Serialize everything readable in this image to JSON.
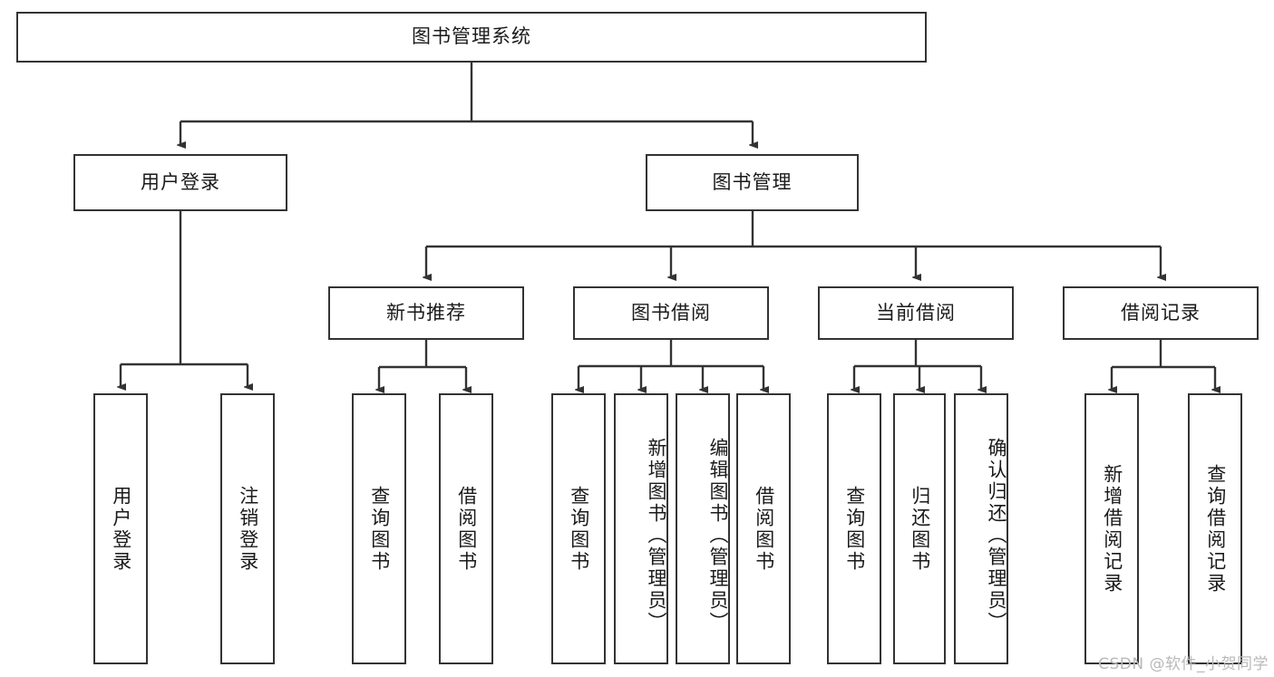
{
  "diagram": {
    "type": "tree-hierarchy-chart",
    "title": "图书管理系统",
    "watermark": "CSDN @软件_小贺同学",
    "colors": {
      "stroke": "#333333",
      "fill": "#ffffff",
      "text": "#1a1a1a",
      "watermark": "#b9b9b9"
    },
    "levels": {
      "root": {
        "label": "图书管理系统"
      },
      "level2": [
        {
          "label": "用户登录"
        },
        {
          "label": "图书管理"
        }
      ],
      "level3": [
        {
          "label": "新书推荐"
        },
        {
          "label": "图书借阅"
        },
        {
          "label": "当前借阅"
        },
        {
          "label": "借阅记录"
        }
      ],
      "leaves": {
        "user_login": [
          {
            "label": "用户登录"
          },
          {
            "label": "注销登录"
          }
        ],
        "new_book_recommend": [
          {
            "label": "查询图书"
          },
          {
            "label": "借阅图书"
          }
        ],
        "book_borrow": [
          {
            "label": "查询图书"
          },
          {
            "label": "新增图书（管理员）"
          },
          {
            "label": "编辑图书（管理员）"
          },
          {
            "label": "借阅图书"
          }
        ],
        "current_borrow": [
          {
            "label": "查询图书"
          },
          {
            "label": "归还图书"
          },
          {
            "label": "确认归还（管理员）"
          }
        ],
        "borrow_record": [
          {
            "label": "新增借阅记录"
          },
          {
            "label": "查询借阅记录"
          }
        ]
      }
    }
  }
}
